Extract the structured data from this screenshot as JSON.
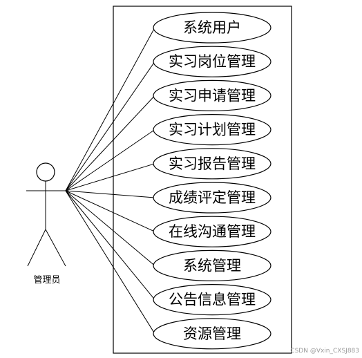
{
  "actor": {
    "label": "管理员"
  },
  "use_cases": [
    {
      "label": "系统用户"
    },
    {
      "label": "实习岗位管理"
    },
    {
      "label": "实习申请管理"
    },
    {
      "label": "实习计划管理"
    },
    {
      "label": "实习报告管理"
    },
    {
      "label": "成绩评定管理"
    },
    {
      "label": "在线沟通管理"
    },
    {
      "label": "系统管理"
    },
    {
      "label": "公告信息管理"
    },
    {
      "label": "资源管理"
    }
  ],
  "watermark": "CSDN @Vxin_CXSJ883"
}
